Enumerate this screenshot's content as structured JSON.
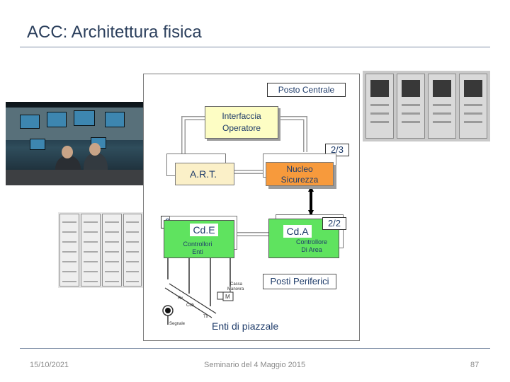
{
  "slide": {
    "title": "ACC: Architettura fisica",
    "footer_date": "15/10/2021",
    "footer_center": "Seminario del 4 Maggio 2015",
    "footer_page": "87"
  },
  "diagram": {
    "posto_centrale": "Posto Centrale",
    "interfaccia_line1": "Interfaccia",
    "interfaccia_line2": "Operatore",
    "redundancy_top": "2/3",
    "art": "A.R.T.",
    "nucleo_line1": "Nucleo",
    "nucleo_line2": "Sicurezza",
    "redundancy_left": "2/2",
    "cde": "Cd.E",
    "cde_sub_line1": "Controllori",
    "cde_sub_line2": "Enti",
    "cda": "Cd.A",
    "cda_sub_line1": "Controllore",
    "cda_sub_line2": "Di Area",
    "redundancy_right": "2/2",
    "posti_periferici": "Posti Periferici",
    "cassa_line1": "Cassa",
    "cassa_line2": "Manovra",
    "motor_symbol": "M",
    "label_rx": "Rx",
    "label_cdb": "Cdb",
    "label_tx": "Tx",
    "label_segnale": "Segnale",
    "enti_piazzale": "Enti di piazzale"
  },
  "colors": {
    "title": "#2b3f5c",
    "interfaccia_fill": "#fdfdc4",
    "nucleo_fill": "#f79a3c",
    "controller_fill": "#5fe35f",
    "art_fill": "#fbf0c8"
  }
}
